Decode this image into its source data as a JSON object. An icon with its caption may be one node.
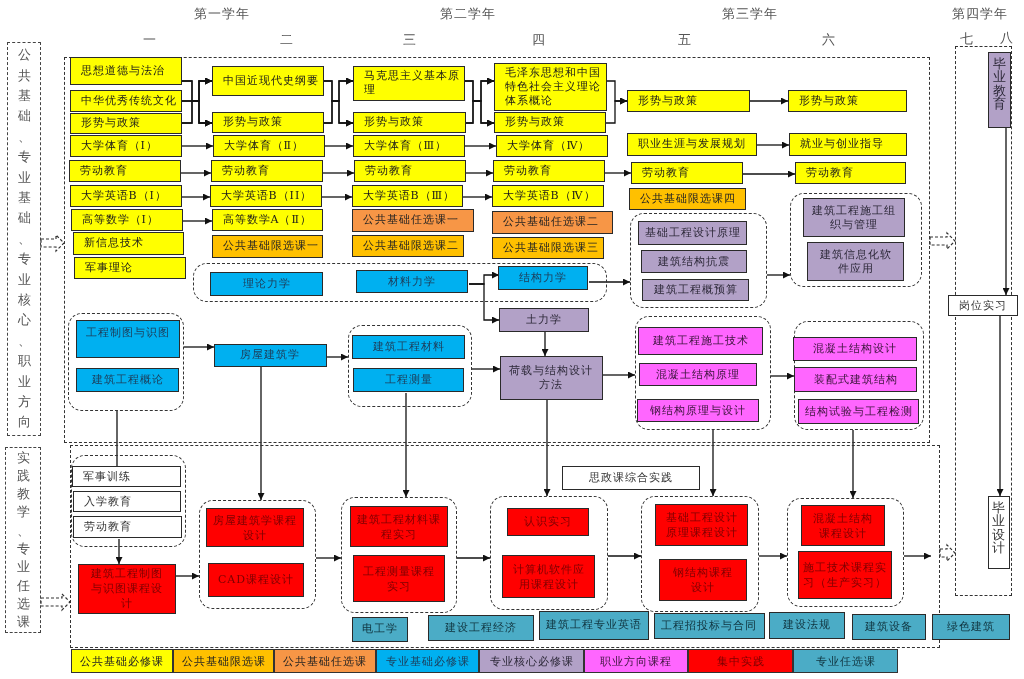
{
  "diagram": {
    "nodes": [
      {
        "text": [
          "公共基础、专业基础、专业核心、职业方向"
        ]
      },
      {
        "text": [],
        "shape": "box"
      },
      {
        "text": [
          "思想道德与法治"
        ],
        "in": 1
      },
      {
        "text": [
          "中华优秀传统文化"
        ],
        "in": 1
      },
      {
        "text": [
          "形势与政策"
        ],
        "in": 1
      },
      {
        "text": [
          "大学体育（Ⅰ）"
        ],
        "in": 1
      },
      {
        "text": [
          "劳动教育"
        ],
        "in": 1
      },
      {
        "text": [
          "大学英语B（Ⅰ）"
        ],
        "in": 1
      },
      {
        "text": [
          "高等数学（Ⅰ）"
        ],
        "in": 1
      },
      {
        "text": [
          "新信息技术"
        ],
        "in": 1
      },
      {
        "text": [
          "军事理论"
        ],
        "in": 1
      },
      {
        "text": [
          "中国近现代史纲要"
        ],
        "in": 1
      },
      {
        "text": [
          "形势与政策"
        ],
        "in": 1
      },
      {
        "text": [
          "大学体育（Ⅱ）"
        ],
        "in": 1
      },
      {
        "text": [
          "劳动教育"
        ],
        "in": 1
      },
      {
        "text": [
          "大学英语B（II）"
        ],
        "in": 1
      },
      {
        "text": [
          "高等数学A（Ⅱ）"
        ],
        "in": 1
      },
      {
        "text": [
          "公共基础限选课一"
        ],
        "in": 1
      },
      {
        "text": [
          "马克思主义基本原理"
        ],
        "in": 1
      },
      {
        "text": [
          "形势与政策"
        ],
        "in": 1
      },
      {
        "text": [
          "大学体育（Ⅲ）"
        ],
        "in": 1
      },
      {
        "text": [
          "劳动教育"
        ],
        "in": 1
      },
      {
        "text": [
          "大学英语B（Ⅲ）"
        ],
        "in": 1
      },
      {
        "text": [
          "公共基础任选课一"
        ],
        "in": 1
      },
      {
        "text": [
          "公共基础限选课二"
        ],
        "in": 1
      },
      {
        "text": [
          "毛泽东思想和中国特色社会主义理论体系概论"
        ],
        "in": 1
      },
      {
        "text": [
          "形势与政策"
        ],
        "in": 1
      },
      {
        "text": [
          "大学体育（Ⅳ）"
        ],
        "in": 1
      },
      {
        "text": [
          "劳动教育"
        ],
        "in": 1
      },
      {
        "text": [
          "大学英语B（Ⅳ）"
        ],
        "in": 1
      },
      {
        "text": [
          "公共基础任选课二"
        ],
        "in": 1
      },
      {
        "text": [
          "公共基础限选课三"
        ],
        "in": 1
      },
      {
        "text": [
          "形势与政策"
        ],
        "in": 1
      },
      {
        "text": [
          "职业生涯与发展规划"
        ],
        "in": 1
      },
      {
        "text": [
          "劳动教育"
        ],
        "in": 1
      },
      {
        "text": [
          "公共基础限选课四"
        ],
        "in": 1
      },
      {
        "text": [
          "形势与政策"
        ],
        "in": 1
      },
      {
        "text": [
          "就业与创业指导"
        ],
        "in": 1
      },
      {
        "text": [
          "劳动教育"
        ],
        "in": 1
      },
      {
        "text": [],
        "shape": "box",
        "in": 1
      },
      {
        "text": [
          "理论力学"
        ],
        "in": 39
      },
      {
        "text": [
          "材料力学"
        ],
        "in": 39
      },
      {
        "text": [
          "结构力学"
        ],
        "in": 39
      },
      {
        "text": [],
        "shape": "box",
        "in": 1
      },
      {
        "text": [
          "基础工程设计原理"
        ],
        "in": 43
      },
      {
        "text": [
          "建筑结构抗震"
        ],
        "in": 43
      },
      {
        "text": [
          "建筑工程概预算"
        ],
        "in": 43
      },
      {
        "text": [],
        "shape": "box",
        "in": 1
      },
      {
        "text": [
          "建筑工程施工组织与管理"
        ],
        "in": 47
      },
      {
        "text": [
          "建筑信息化软件应用"
        ],
        "in": 47
      },
      {
        "text": [
          "土力学"
        ],
        "in": 1
      },
      {
        "text": [],
        "shape": "box",
        "in": 1
      },
      {
        "text": [
          "工程制图与识图"
        ],
        "in": 51
      },
      {
        "text": [
          "建筑工程概论"
        ],
        "in": 51
      },
      {
        "text": [
          "房屋建筑学"
        ],
        "in": 1
      },
      {
        "text": [],
        "shape": "box",
        "in": 1
      },
      {
        "text": [
          "建筑工程材料"
        ],
        "in": 55
      },
      {
        "text": [
          "工程测量"
        ],
        "in": 55
      },
      {
        "text": [
          "荷载与结构设计方法"
        ],
        "in": 1
      },
      {
        "text": [],
        "shape": "box",
        "in": 1
      },
      {
        "text": [
          "建筑工程施工技术"
        ],
        "in": 59
      },
      {
        "text": [
          "混凝土结构原理"
        ],
        "in": 59
      },
      {
        "text": [
          "钢结构原理与设计"
        ],
        "in": 59
      },
      {
        "text": [],
        "shape": "box",
        "in": 1
      },
      {
        "text": [
          "混凝土结构设计"
        ],
        "in": 63
      },
      {
        "text": [
          "装配式建筑结构"
        ],
        "in": 63
      },
      {
        "text": [
          "结构试验与工程检测"
        ],
        "in": 63
      },
      {
        "text": [
          "实践教学、专业任选课"
        ]
      },
      {
        "text": [],
        "shape": "box"
      },
      {
        "text": [],
        "shape": "box",
        "in": 68
      },
      {
        "text": [
          "军事训练"
        ],
        "in": 69
      },
      {
        "text": [
          "入学教育"
        ],
        "in": 69
      },
      {
        "text": [
          "劳动教育"
        ],
        "in": 69
      },
      {
        "text": [
          "建筑工程制图与识图课程设计"
        ],
        "in": 68
      },
      {
        "text": [],
        "shape": "box",
        "in": 68
      },
      {
        "text": [
          "房屋建筑学课程设计"
        ],
        "in": 74
      },
      {
        "text": [
          "CAD课程设计"
        ],
        "in": 74
      },
      {
        "text": [
          "思政课综合实践"
        ],
        "in": 68
      },
      {
        "text": [],
        "shape": "box",
        "in": 68
      },
      {
        "text": [
          "建筑工程材料课程实习"
        ],
        "in": 78
      },
      {
        "text": [
          "工程测量课程实习"
        ],
        "in": 78
      },
      {
        "text": [],
        "shape": "box",
        "in": 68
      },
      {
        "text": [
          "认识实习"
        ],
        "in": 81
      },
      {
        "text": [
          "计算机软件应用课程设计"
        ],
        "in": 81
      },
      {
        "text": [],
        "shape": "box",
        "in": 68
      },
      {
        "text": [
          "基础工程设计原理课程设计"
        ],
        "in": 84
      },
      {
        "text": [
          "钢结构课程设计"
        ],
        "in": 84
      },
      {
        "text": [],
        "shape": "box",
        "in": 68
      },
      {
        "text": [
          "混凝土结构课程设计"
        ],
        "in": 87
      },
      {
        "text": [
          "施工技术课程实习（生产实习）"
        ],
        "in": 87
      },
      {
        "text": [
          "电工学"
        ],
        "in": 68
      },
      {
        "text": [
          "建设工程经济"
        ],
        "in": 68
      },
      {
        "text": [
          "建筑工程专业英语"
        ],
        "in": 68
      },
      {
        "text": [
          "工程招投标与合同"
        ],
        "in": 68
      },
      {
        "text": [
          "建设法规"
        ],
        "in": 68
      },
      {
        "text": [
          "建筑设备"
        ],
        "in": 68
      },
      {
        "text": [
          "绿色建筑"
        ]
      },
      {
        "text": [],
        "shape": "box"
      },
      {
        "text": [
          "毕业教育"
        ],
        "in": 97
      },
      {
        "text": [
          "岗位实习"
        ]
      },
      {
        "text": [
          "毕业设计"
        ],
        "in": 97
      }
    ],
    "edges": [
      {
        "from": 0,
        "to": 1,
        "arrow": "to",
        "style": "dashed"
      },
      {
        "from": 2,
        "to": 11,
        "arrow": "to"
      },
      {
        "from": 2,
        "to": 12,
        "arrow": "to"
      },
      {
        "from": 3,
        "to": 11,
        "arrow": "to"
      },
      {
        "from": 3,
        "to": 12,
        "arrow": "to"
      },
      {
        "from": 4,
        "to": 11,
        "arrow": "to"
      },
      {
        "from": 4,
        "to": 12,
        "arrow": "to"
      },
      {
        "from": 11,
        "to": 18,
        "arrow": "to"
      },
      {
        "from": 11,
        "to": 19,
        "arrow": "to"
      },
      {
        "from": 12,
        "to": 18,
        "arrow": "to"
      },
      {
        "from": 12,
        "to": 19,
        "arrow": "to"
      },
      {
        "from": 18,
        "to": 25,
        "arrow": "to"
      },
      {
        "from": 18,
        "to": 26,
        "arrow": "to"
      },
      {
        "from": 19,
        "to": 25,
        "arrow": "to"
      },
      {
        "from": 19,
        "to": 26,
        "arrow": "to"
      },
      {
        "from": 25,
        "to": 32,
        "arrow": "to"
      },
      {
        "from": 26,
        "to": 32,
        "arrow": "to"
      },
      {
        "from": 32,
        "to": 36,
        "arrow": "to"
      },
      {
        "from": 5,
        "to": 13,
        "arrow": "to"
      },
      {
        "from": 13,
        "to": 20,
        "arrow": "to"
      },
      {
        "from": 20,
        "to": 27,
        "arrow": "to"
      },
      {
        "from": 6,
        "to": 14,
        "arrow": "to"
      },
      {
        "from": 14,
        "to": 21,
        "arrow": "to"
      },
      {
        "from": 21,
        "to": 28,
        "arrow": "to"
      },
      {
        "from": 28,
        "to": 34,
        "arrow": "to"
      },
      {
        "from": 34,
        "to": 38,
        "arrow": "to"
      },
      {
        "from": 7,
        "to": 15,
        "arrow": "to"
      },
      {
        "from": 15,
        "to": 22,
        "arrow": "to"
      },
      {
        "from": 22,
        "to": 29,
        "arrow": "to"
      },
      {
        "from": 8,
        "to": 16,
        "arrow": "to"
      },
      {
        "from": 33,
        "to": 37,
        "arrow": "to"
      },
      {
        "from": 41,
        "to": 42,
        "arrow": "to"
      },
      {
        "from": 41,
        "to": 50,
        "arrow": "to"
      },
      {
        "from": 42,
        "to": 43,
        "arrow": "to"
      },
      {
        "from": 43,
        "to": 47,
        "arrow": "to"
      },
      {
        "from": 51,
        "to": 54,
        "arrow": "to"
      },
      {
        "from": 54,
        "to": 55,
        "arrow": "to"
      },
      {
        "from": 55,
        "to": 58,
        "arrow": "to"
      },
      {
        "from": 50,
        "to": 58,
        "arrow": "to"
      },
      {
        "from": 58,
        "to": 59,
        "arrow": "to"
      },
      {
        "from": 59,
        "to": 63,
        "arrow": "to"
      },
      {
        "from": 1,
        "to": 97,
        "arrow": "to",
        "style": "dashed"
      },
      {
        "from": 67,
        "to": 68,
        "arrow": "to",
        "style": "dashed"
      },
      {
        "from": 51,
        "to": 70,
        "arrow": "none"
      },
      {
        "from": 72,
        "to": 73,
        "arrow": "to"
      },
      {
        "from": 54,
        "to": 74,
        "arrow": "to"
      },
      {
        "from": 57,
        "to": 78,
        "arrow": "to"
      },
      {
        "from": 58,
        "to": 81,
        "arrow": "to"
      },
      {
        "from": 59,
        "to": 84,
        "arrow": "to"
      },
      {
        "from": 63,
        "to": 87,
        "arrow": "to"
      },
      {
        "from": 73,
        "to": 74,
        "arrow": "to"
      },
      {
        "from": 74,
        "to": 78,
        "arrow": "to"
      },
      {
        "from": 78,
        "to": 81,
        "arrow": "to"
      },
      {
        "from": 81,
        "to": 84,
        "arrow": "to"
      },
      {
        "from": 84,
        "to": 87,
        "arrow": "to"
      },
      {
        "from": 87,
        "to": null,
        "arrow": "to"
      },
      {
        "from": 68,
        "to": 97,
        "arrow": "to",
        "style": "dashed"
      },
      {
        "from": 98,
        "to": 99,
        "arrow": "to"
      },
      {
        "from": 99,
        "to": 100,
        "arrow": "to"
      }
    ],
    "labels": [
      "第一学年",
      "第二学年",
      "第三学年",
      "第四学年",
      "一",
      "二",
      "三",
      "四",
      "五",
      "六",
      "七",
      "八"
    ],
    "legend": [
      {
        "text": "公共基础必修课",
        "color": "#ffff00"
      },
      {
        "text": "公共基础限选课",
        "color": "#ffc000"
      },
      {
        "text": "公共基础任选课",
        "color": "#f79646"
      },
      {
        "text": "专业基础必修课",
        "color": "#00b0f0"
      },
      {
        "text": "专业核心必修课",
        "color": "#b2a1c7"
      },
      {
        "text": "职业方向课程",
        "color": "#ff66ff"
      },
      {
        "text": "集中实践",
        "color": "#ff0000"
      },
      {
        "text": "专业任选课",
        "color": "#4bacc6"
      }
    ]
  }
}
